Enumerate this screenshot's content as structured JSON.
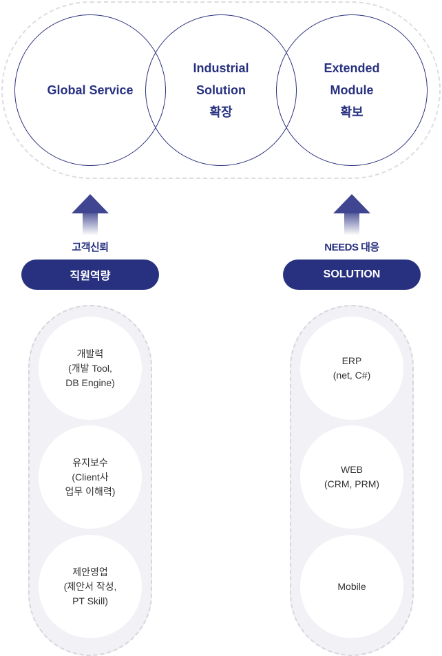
{
  "top_circles": [
    {
      "lines": [
        "Global Service"
      ]
    },
    {
      "lines": [
        "Industrial",
        "Solution",
        "확장"
      ]
    },
    {
      "lines": [
        "Extended",
        "Module",
        "확보"
      ]
    }
  ],
  "left": {
    "arrow_label": "고객신뢰",
    "pill": "직원역량",
    "items": [
      {
        "lines": [
          "개발력",
          "(개발 Tool,",
          "DB Engine)"
        ]
      },
      {
        "lines": [
          "유지보수",
          "(Client사",
          "업무 이해력)"
        ]
      },
      {
        "lines": [
          "제안영업",
          "(제안서 작성,",
          "PT Skill)"
        ]
      }
    ]
  },
  "right": {
    "arrow_label": "NEEDS 대응",
    "pill": "SOLUTION",
    "items": [
      {
        "lines": [
          "ERP",
          "(net, C#)"
        ]
      },
      {
        "lines": [
          "WEB",
          "(CRM, PRM)"
        ]
      },
      {
        "lines": [
          "Mobile"
        ]
      }
    ]
  },
  "colors": {
    "navy": "#283180"
  }
}
